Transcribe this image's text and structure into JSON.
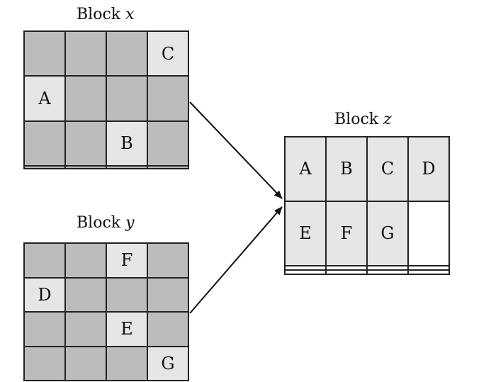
{
  "blocks": {
    "x": {
      "title_prefix": "Block ",
      "title_var": "x",
      "cells": [
        [
          "",
          "",
          "",
          "C"
        ],
        [
          "A",
          "",
          "",
          ""
        ],
        [
          "",
          "",
          "B",
          ""
        ],
        [
          "",
          "",
          "",
          ""
        ]
      ]
    },
    "y": {
      "title_prefix": "Block ",
      "title_var": "y",
      "cells": [
        [
          "",
          "",
          "F",
          ""
        ],
        [
          "D",
          "",
          "",
          ""
        ],
        [
          "",
          "",
          "E",
          ""
        ],
        [
          "",
          "",
          "",
          "G"
        ]
      ]
    },
    "z": {
      "title_prefix": "Block ",
      "title_var": "z",
      "cells": [
        [
          "A",
          "B",
          "C",
          "D"
        ],
        [
          "E",
          "F",
          "G",
          ""
        ],
        [
          "",
          "",
          "",
          ""
        ],
        [
          "",
          "",
          "",
          ""
        ]
      ]
    }
  },
  "colors": {
    "shaded_cell": "#bcbcbc",
    "filled_cell": "#e6e6e6",
    "empty_cell": "#ffffff",
    "line": "#222222"
  }
}
